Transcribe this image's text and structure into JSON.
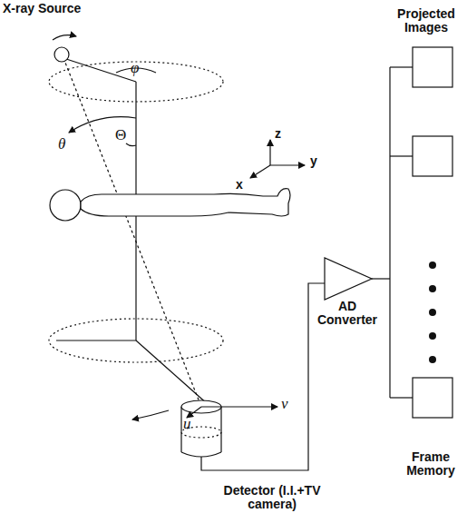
{
  "diagram": {
    "labels": [
      "X-ray Source",
      "φ",
      "θ",
      "Θ",
      "z",
      "y",
      "x",
      "Projected Images",
      "AD Converter",
      "u",
      "v",
      "Frame Memory",
      "Detector (I.I.+TV camera)"
    ]
  }
}
